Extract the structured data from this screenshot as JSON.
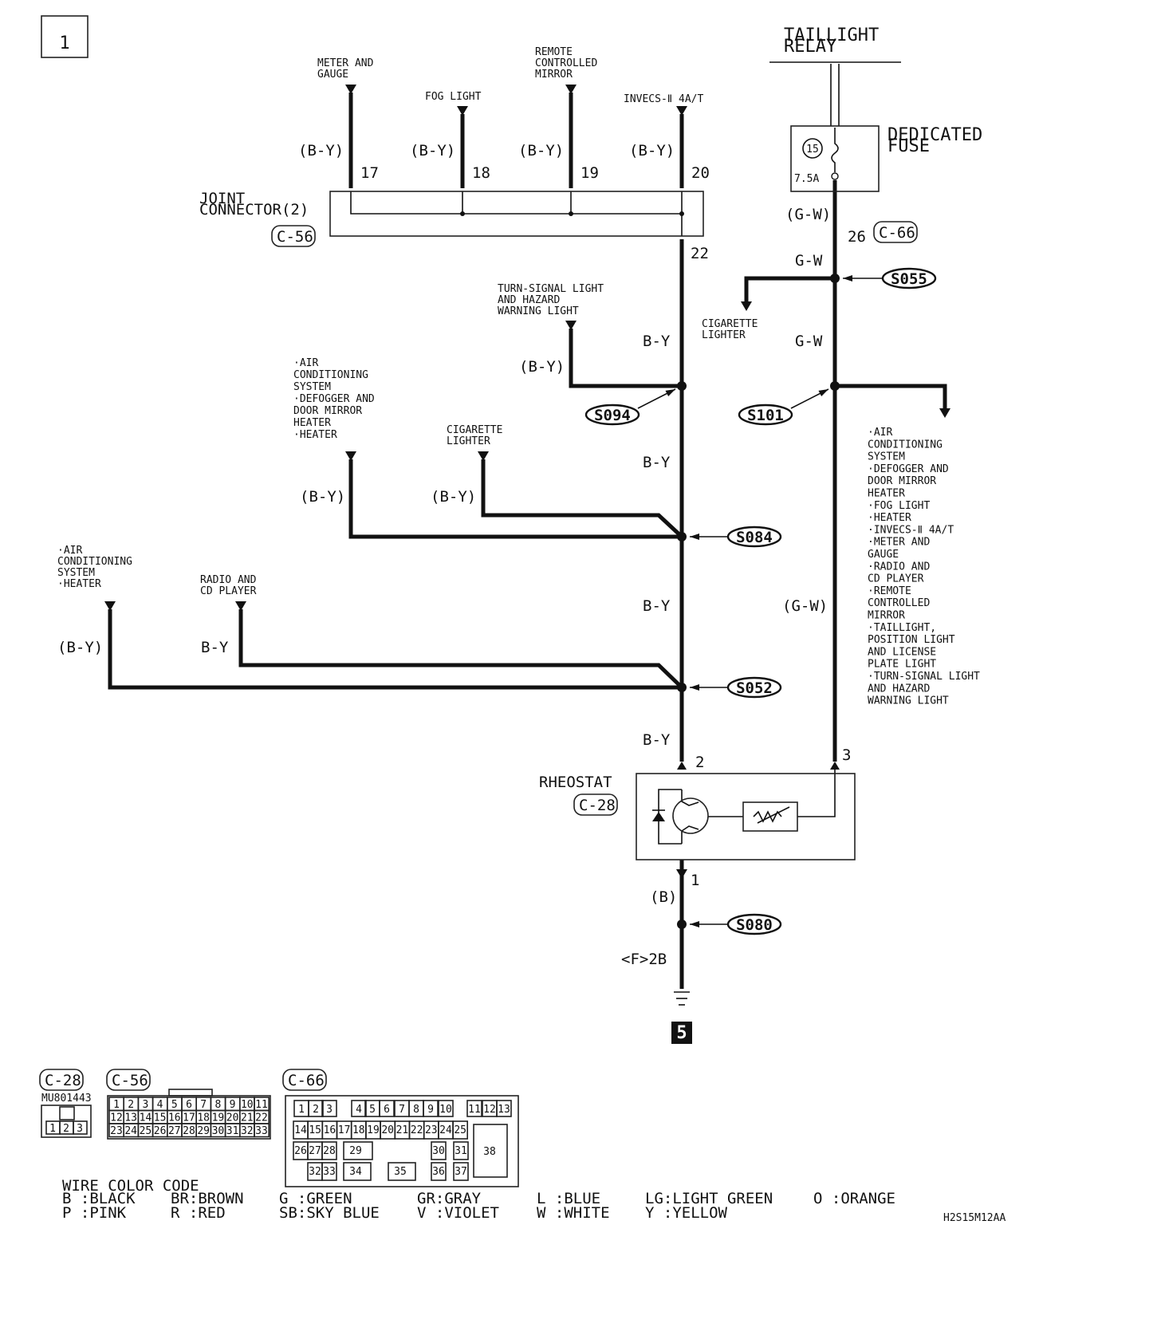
{
  "page_number": "1",
  "ground_ref": "5",
  "figure_code": "H2S15M12AA",
  "wire_code_color": "B-Y",
  "power": {
    "relay": [
      "TAILLIGHT",
      "RELAY"
    ],
    "fuse_label": [
      "DEDICATED",
      "FUSE"
    ],
    "fuse_number": "15",
    "fuse_rating": "7.5A",
    "wire_paren": "(G-W)",
    "wire": "G-W",
    "pin": "26",
    "connector": "C-66"
  },
  "top_branches": [
    {
      "lines": [
        "METER AND",
        "GAUGE"
      ],
      "wire": "(B-Y)",
      "pin": "17"
    },
    {
      "lines": [
        "FOG LIGHT"
      ],
      "wire": "(B-Y)",
      "pin": "18"
    },
    {
      "lines": [
        "REMOTE",
        "CONTROLLED",
        "MIRROR"
      ],
      "wire": "(B-Y)",
      "pin": "19"
    },
    {
      "lines": [
        "INVECS-Ⅱ 4A/T"
      ],
      "wire": "(B-Y)",
      "pin": "20"
    }
  ],
  "joint_connector": {
    "lines": [
      "JOINT",
      "CONNECTOR(2)"
    ],
    "connector": "C-56",
    "out_pin": "22"
  },
  "splices": [
    "S094",
    "S084",
    "S052",
    "S080",
    "S055",
    "S101"
  ],
  "left_branches": {
    "turn_signal": {
      "lines": [
        "TURN-SIGNAL LIGHT",
        "AND HAZARD",
        "WARNING LIGHT"
      ],
      "wire": "(B-Y)"
    },
    "ac_defogger": {
      "lines": [
        "·AIR",
        "CONDITIONING",
        "SYSTEM",
        "·DEFOGGER AND",
        "DOOR MIRROR",
        "HEATER",
        "·HEATER"
      ],
      "wire": "(B-Y)"
    },
    "cig_left": {
      "lines": [
        "CIGARETTE",
        "LIGHTER"
      ],
      "wire": "(B-Y)"
    },
    "ac_heater": {
      "lines": [
        "·AIR",
        "CONDITIONING",
        "SYSTEM",
        "·HEATER"
      ],
      "wire": "(B-Y)"
    },
    "radio": {
      "lines": [
        "RADIO AND",
        "CD PLAYER"
      ],
      "wire": "B-Y"
    }
  },
  "right_branches": {
    "cig_right": {
      "lines": [
        "CIGARETTE",
        "LIGHTER"
      ]
    },
    "list": [
      "·AIR",
      "CONDITIONING",
      "SYSTEM",
      "·DEFOGGER AND",
      "DOOR MIRROR",
      "HEATER",
      "·FOG LIGHT",
      "·HEATER",
      "·INVECS-Ⅱ 4A/T",
      "·METER AND",
      "GAUGE",
      "·RADIO AND",
      "CD PLAYER",
      "·REMOTE",
      "CONTROLLED",
      "MIRROR",
      "·TAILLIGHT,",
      "POSITION LIGHT",
      "AND LICENSE",
      "PLATE LIGHT",
      "·TURN-SIGNAL LIGHT",
      "AND HAZARD",
      "WARNING LIGHT"
    ]
  },
  "rheostat": {
    "label": "RHEOSTAT",
    "connector": "C-28",
    "pin_in": "2",
    "pin_feed": "3",
    "pin_out": "1"
  },
  "ground": {
    "wire": "(B)",
    "point": "<F>2B"
  },
  "connectors": [
    {
      "id": "C-28",
      "part": "MU801443",
      "pins": [
        "1",
        "2",
        "3"
      ]
    },
    {
      "id": "C-56"
    },
    {
      "id": "C-66"
    }
  ],
  "c56_pins": [
    [
      "1",
      "2",
      "3",
      "4",
      "5",
      "6",
      "7",
      "8",
      "9",
      "10",
      "11"
    ],
    [
      "12",
      "13",
      "14",
      "15",
      "16",
      "17",
      "18",
      "19",
      "20",
      "21",
      "22"
    ],
    [
      "23",
      "24",
      "25",
      "26",
      "27",
      "28",
      "29",
      "30",
      "31",
      "32",
      "33"
    ]
  ],
  "c66_pins": {
    "row1": [
      "1",
      "2",
      "3",
      "4",
      "5",
      "6",
      "7",
      "8",
      "9",
      "10",
      "11",
      "12",
      "13"
    ],
    "row2": [
      "14",
      "15",
      "16",
      "17",
      "18",
      "19",
      "20",
      "21",
      "22",
      "23",
      "24",
      "25"
    ],
    "row3": [
      "26",
      "27",
      "28",
      "29",
      "30",
      "31"
    ],
    "row4": [
      "32",
      "33",
      "34",
      "35",
      "36",
      "37"
    ],
    "big": "38"
  },
  "legend": {
    "title": "WIRE COLOR CODE",
    "entries": [
      [
        "B :BLACK",
        "BR:BROWN",
        "G :GREEN",
        "GR:GRAY",
        "L :BLUE",
        "LG:LIGHT GREEN",
        "O :ORANGE"
      ],
      [
        "P :PINK",
        "R :RED",
        "SB:SKY BLUE",
        "V :VIOLET",
        "W :WHITE",
        "Y :YELLOW"
      ]
    ]
  }
}
